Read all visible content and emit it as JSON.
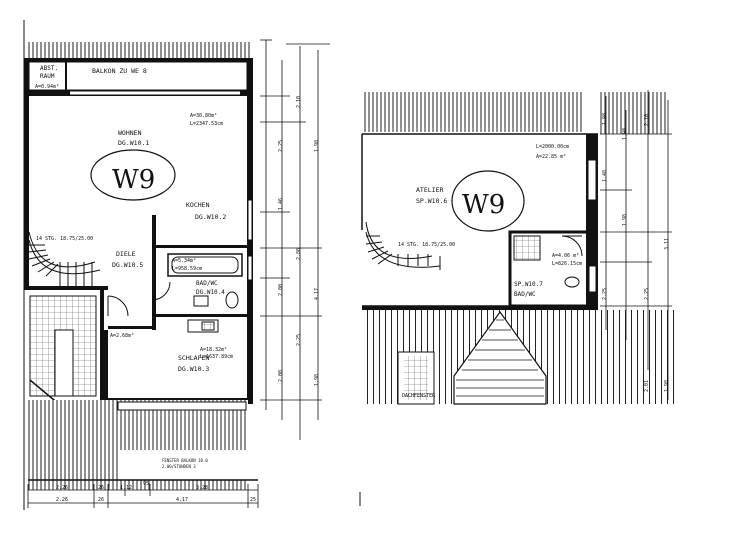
{
  "left_plan": {
    "abst_raum_1": "ABST.",
    "abst_raum_2": "RAUM",
    "abst_area": "A=0.94m²",
    "balkon": "BALKON ZU WE 8",
    "wohnen": "WOHNEN",
    "wohnen_code": "DG.W10.1",
    "wohnen_area": "A=30.80m²",
    "wohnen_perim": "L=2347.53cm",
    "handwriting": "W9",
    "kochen": "KOCHEN",
    "kochen_code": "DG.W10.2",
    "stair_note": "14 STG. 18.75/25.00",
    "diele": "DIELE",
    "diele_code": "DG.W10.5",
    "bad_area": "A=5.34m²",
    "bad_perim": "L=958.59cm",
    "bad": "BAD/WC",
    "bad_code": "DG.W10.4",
    "flur_area": "A=2.68m²",
    "schlafen": "SCHLAFEN",
    "schlafen_code": "DG.W10.3",
    "schlafen_area": "A=18.32m²",
    "schlafen_perim": "L=1637.89cm",
    "bottom_note_1": "FENSTER BALKON 10.0",
    "bottom_note_2": "2.00/STUNDEN 3",
    "dims_bottom_1": [
      "2.26",
      "26",
      "1.12",
      "95",
      "3.28"
    ],
    "dims_bottom_2": [
      "2.26",
      "26",
      "4.17",
      "25"
    ],
    "dims_right": [
      "2.25",
      "2.10",
      "1.98",
      "1.46",
      "2.86",
      "2.00",
      "4.17",
      "2.25",
      "2.00",
      "1.98"
    ]
  },
  "right_plan": {
    "atelier": "ATELIER",
    "atelier_code": "SP.W10.6",
    "handwriting": "W9",
    "atelier_perim": "L=2000.00cm",
    "atelier_area": "A=22.85 m²",
    "stair_note": "14 STG. 18.75/25.00",
    "bad_code": "SP.W10.7",
    "bad": "BAD/WC",
    "bad_area": "A=4.06 m²",
    "bad_perim": "L=826.15cm",
    "bottom_label": "DACHFENSTER",
    "dims_right": [
      "1.98",
      "1.98",
      "2.10",
      "1.48",
      "3.11",
      "1.98",
      "2.25",
      "2.25",
      "2.01",
      "1.98"
    ]
  }
}
